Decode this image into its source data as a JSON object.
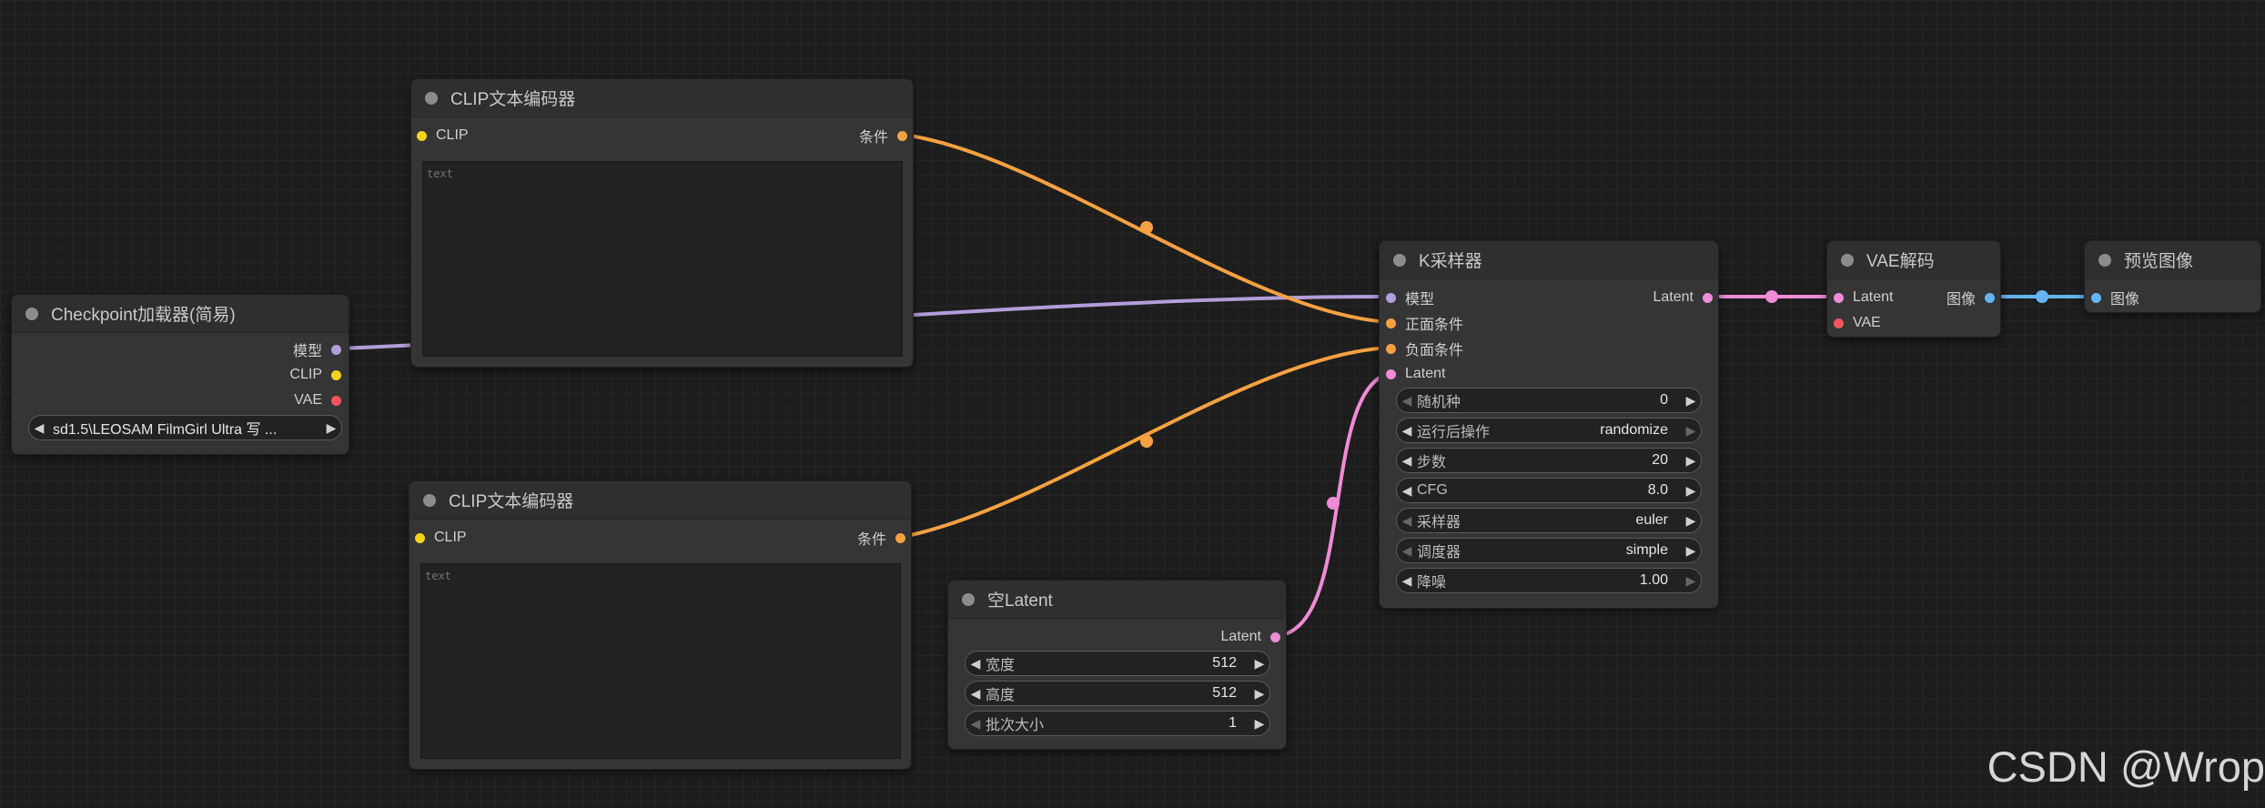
{
  "colors": {
    "canvas": "#1d1d1d",
    "node": "#353535",
    "clip": "#f5d21c",
    "model": "#b39ddb",
    "vae": "#f2555b",
    "conditioning": "#f5a142",
    "latent": "#f08bd5",
    "image": "#64b5f6"
  },
  "checkpoint": {
    "title": "Checkpoint加载器(简易)",
    "out_model": "模型",
    "out_clip": "CLIP",
    "out_vae": "VAE",
    "ckpt_name": "sd1.5\\LEOSAM FilmGirl Ultra 写 ..."
  },
  "clip_pos": {
    "title": "CLIP文本编码器",
    "in_clip": "CLIP",
    "out_cond": "条件",
    "placeholder": "text"
  },
  "clip_neg": {
    "title": "CLIP文本编码器",
    "in_clip": "CLIP",
    "out_cond": "条件",
    "placeholder": "text"
  },
  "empty_latent": {
    "title": "空Latent",
    "out_latent": "Latent",
    "widgets": [
      {
        "label": "宽度",
        "value": "512"
      },
      {
        "label": "高度",
        "value": "512"
      },
      {
        "label": "批次大小",
        "value": "1"
      }
    ]
  },
  "ksampler": {
    "title": "K采样器",
    "in_model": "模型",
    "in_positive": "正面条件",
    "in_negative": "负面条件",
    "in_latent": "Latent",
    "out_latent": "Latent",
    "widgets": [
      {
        "label": "随机种",
        "value": "0"
      },
      {
        "label": "运行后操作",
        "value": "randomize"
      },
      {
        "label": "步数",
        "value": "20"
      },
      {
        "label": "CFG",
        "value": "8.0"
      },
      {
        "label": "采样器",
        "value": "euler"
      },
      {
        "label": "调度器",
        "value": "simple"
      },
      {
        "label": "降噪",
        "value": "1.00"
      }
    ]
  },
  "vae_decode": {
    "title": "VAE解码",
    "in_latent": "Latent",
    "in_vae": "VAE",
    "out_image": "图像"
  },
  "preview": {
    "title": "预览图像",
    "in_image": "图像"
  },
  "watermark": "CSDN @Wrop"
}
